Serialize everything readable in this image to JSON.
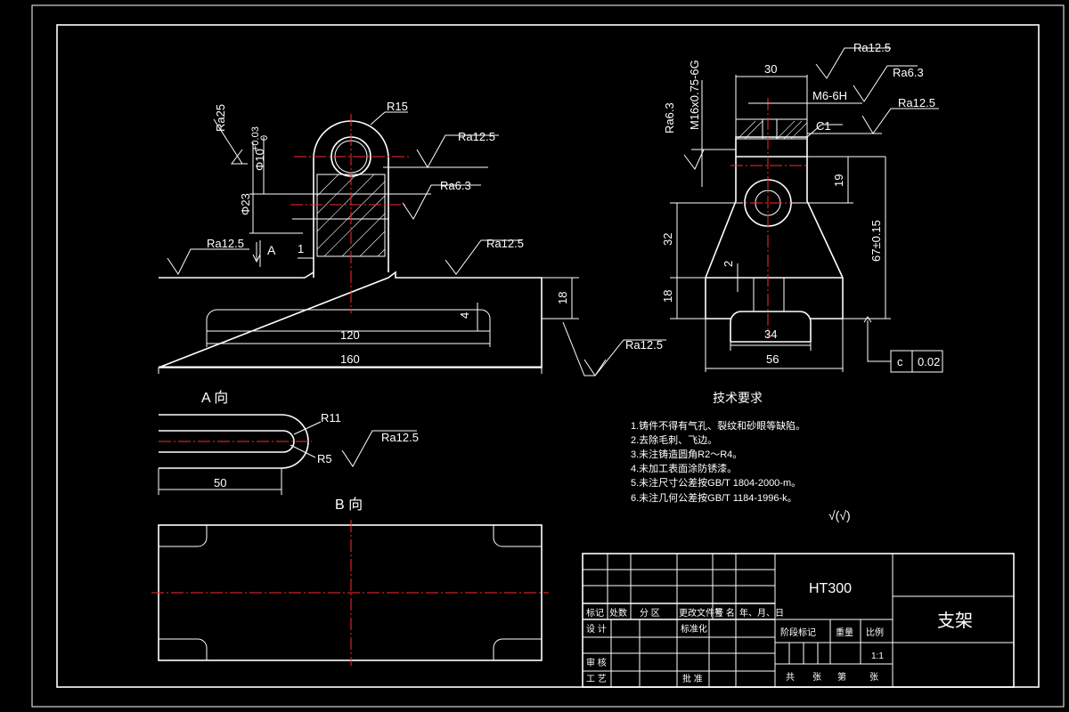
{
  "surface": {
    "ra25": "Ra25",
    "ra125": "Ra12.5",
    "ra63": "Ra6.3"
  },
  "dims": {
    "r15": "R15",
    "phi10": "Φ10",
    "phi10_tol_up": "+0.03",
    "phi10_tol_lo": "0",
    "phi23": "Φ23",
    "d1": "1",
    "d4": "4",
    "d18": "18",
    "d120": "120",
    "d160": "160",
    "d30": "30",
    "m6": "M6-6H",
    "m16": "M16x0.75-6G",
    "c1": "C1",
    "d19": "19",
    "d32": "32",
    "d2": "2",
    "d67": "67±0.15",
    "d34": "34",
    "d56": "56",
    "r11": "R11",
    "r5": "R5",
    "d50": "50"
  },
  "views": {
    "a_marker": "A",
    "a_view": "A 向",
    "b_view": "B 向"
  },
  "tolerance": {
    "symbol": "c",
    "value": "0.02"
  },
  "tech": {
    "title": "技术要求",
    "items": [
      "1.铸件不得有气孔、裂纹和砂眼等缺陷。",
      "2.去除毛刺、飞边。",
      "3.未注铸造圆角R2～R4。",
      "4.未加工表面涂防锈漆。",
      "5.未注尺寸公差按GB/T 1804-2000-m。",
      "6.未注几何公差按GB/T 1184-1996-k。"
    ],
    "roughness_other": "√(√)"
  },
  "title_block": {
    "material": "HT300",
    "part_name": "支架",
    "h_mark": "标记",
    "h_count": "处数",
    "h_zone": "分 区",
    "h_doc": "更改文件号",
    "h_sign": "签 名",
    "h_date": "年、月、日",
    "design": "设 计",
    "standard": "标准化",
    "review": "审 核",
    "process": "工 艺",
    "approve": "批 准",
    "stage": "阶段标记",
    "weight": "重量",
    "scale_label": "比例",
    "scale": "1:1",
    "total": "共",
    "sheets": "张",
    "page": "第",
    "page_unit": "张"
  }
}
